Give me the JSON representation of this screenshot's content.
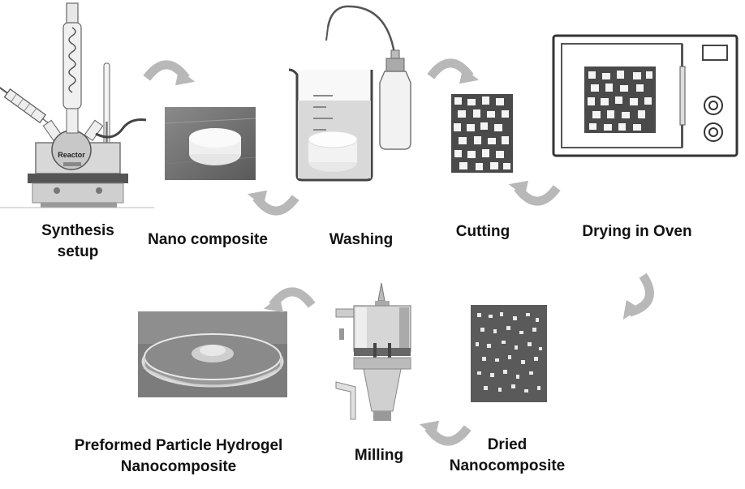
{
  "steps": {
    "synthesis": {
      "line1": "Synthesis",
      "line2": "setup",
      "reactor_text": "Reactor"
    },
    "nano": {
      "label": "Nano composite"
    },
    "washing": {
      "label": "Washing"
    },
    "cutting": {
      "label": "Cutting"
    },
    "drying": {
      "label": "Drying in Oven"
    },
    "dried": {
      "line1": "Dried",
      "line2": "Nanocomposite"
    },
    "milling": {
      "label": "Milling"
    },
    "preformed": {
      "line1": "Preformed Particle Hydrogel",
      "line2": "Nanocomposite"
    }
  },
  "arrows": [
    "curved-arrow-icon"
  ],
  "colors": {
    "arrow": "#b8b8b8",
    "text": "#111111",
    "photo_dark": "#4a4a4a"
  }
}
